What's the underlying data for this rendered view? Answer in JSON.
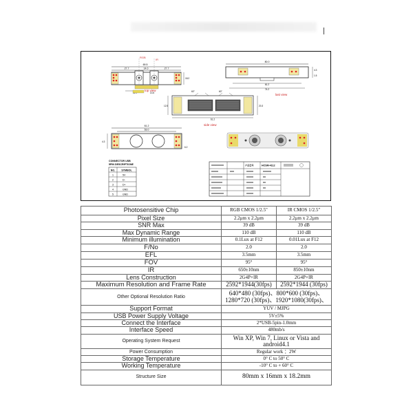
{
  "drawing": {
    "top_view_label": "top view",
    "last_view_label": "last view",
    "side_view_label": "side view",
    "dims": {
      "top_total": "69.5",
      "top_left": "27.7",
      "top_mid": "14.0",
      "top_right": "27.7",
      "top_h1": "11.9",
      "top_h2": "13.6",
      "top_h3": "18.2",
      "last_total": "80.0",
      "last_r1": "4.3",
      "last_r2": "1.5",
      "last_b1": "61.2",
      "last_b2": "74.2",
      "side_angle1": "60°",
      "side_angle2": "60°",
      "side_w": "61.2",
      "side_h1": "12.5",
      "side_h2": "20.3",
      "bot_total": "61.2",
      "bot_inner": "53.0",
      "bot_h": "4.3",
      "bot_r": "6.2"
    },
    "connector": {
      "title1": "CONNECTOR USB",
      "title2": "5PIN DESCRIPTIONE",
      "headers": [
        "NO.",
        "SYMBOL"
      ],
      "rows": [
        [
          "1",
          "5V"
        ],
        [
          "2",
          "D-"
        ],
        [
          "3",
          "D+"
        ],
        [
          "4",
          "GND"
        ],
        [
          "5",
          "GND"
        ]
      ]
    },
    "title_block": {
      "product_label": "产品型号",
      "model": "HCSM-4112"
    }
  },
  "spec": {
    "photosensitive_chip": {
      "label": "Photosensitive Chip",
      "rgb": "RGB CMOS   1/2.5\"",
      "ir": "IR CMOS   1/2.5\""
    },
    "pixel_size": {
      "label": "Pixel Size",
      "rgb": "2.2μm x 2.2μm",
      "ir": "2.2μm x 2.2μm"
    },
    "snr_max": {
      "label": "SNR Max",
      "rgb": "39 dB",
      "ir": "39 dB"
    },
    "max_dynamic_range": {
      "label": "Max Dynamic Range",
      "rgb": "110 dB",
      "ir": "110 dB"
    },
    "minimum_illumination": {
      "label": "Minimum illumination",
      "rgb": "0.1Lux at F12",
      "ir": "0.01Lux at F12"
    },
    "f_no": {
      "label": "F/No",
      "rgb": "2.0",
      "ir": "2.0"
    },
    "efl": {
      "label": "EFL",
      "rgb": "3.5mm",
      "ir": "3.5mm"
    },
    "fov": {
      "label": "FOV",
      "rgb": "95°",
      "ir": "95°"
    },
    "ir": {
      "label": "IR",
      "rgb": "650±10nm",
      "ir": "850±10nm"
    },
    "lens_construction": {
      "label": "Lens Construction",
      "rgb": "2G4P+IR",
      "ir": "2G4P+IR"
    },
    "max_resolution": {
      "label": "Maximum Resolution and Frame Rate",
      "rgb": "2592*1944(30fps)",
      "ir": "2592*1944 (30fps)"
    },
    "other_resolution": {
      "label": "Other Optional Resolution Ratio",
      "line1": "640*480 (30fps)、800*600 (30fps)、",
      "line2": "1280*720 (30fps)、1920*1080(30fps)、"
    },
    "support_format": {
      "label": "Support Format",
      "value": "YUV / MJPG"
    },
    "usb_voltage": {
      "label": "USB Power Supply Voltage",
      "value": "5V±5%"
    },
    "connect_interface": {
      "label": "Connect the Interface",
      "value": "2*USB-5pin-1.0mm"
    },
    "interface_speed": {
      "label": "Interface Speed",
      "value": "480mb/s"
    },
    "os_request": {
      "label": "Operating System Request",
      "value": "Win XP,  Win 7,  Linux or Vista and android4.1"
    },
    "power_consumption": {
      "label": "Power Consumption",
      "value": "Regular work ：2W"
    },
    "storage_temp": {
      "label": "Storage Temperature",
      "value": "0° C to 50° C"
    },
    "working_temp": {
      "label": "Working Temperature",
      "value": "-10° C to + 60° C"
    },
    "structure_size": {
      "label": "Structure Size",
      "value": "80mm x 16mm x 18.2mm"
    }
  }
}
